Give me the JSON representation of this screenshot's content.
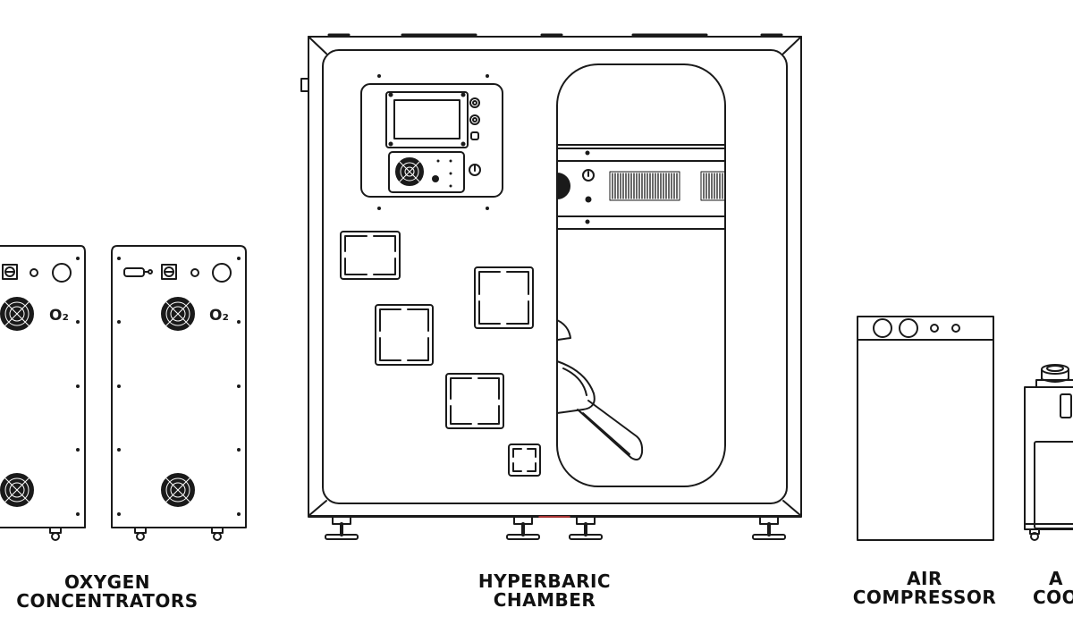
{
  "labels": {
    "oxygen": {
      "line1": "OXYGEN",
      "line2": "CONCENTRATORS"
    },
    "chamber": {
      "line1": "HYPERBARIC",
      "line2": "CHAMBER"
    },
    "air": {
      "line1": "AIR",
      "line2": "COMPRESSOR"
    },
    "cooler": {
      "line1": "A",
      "line2": "COO"
    }
  },
  "o2_symbol": "O₂",
  "colors": {
    "stroke": "#1a1a1a",
    "background": "#ffffff"
  }
}
